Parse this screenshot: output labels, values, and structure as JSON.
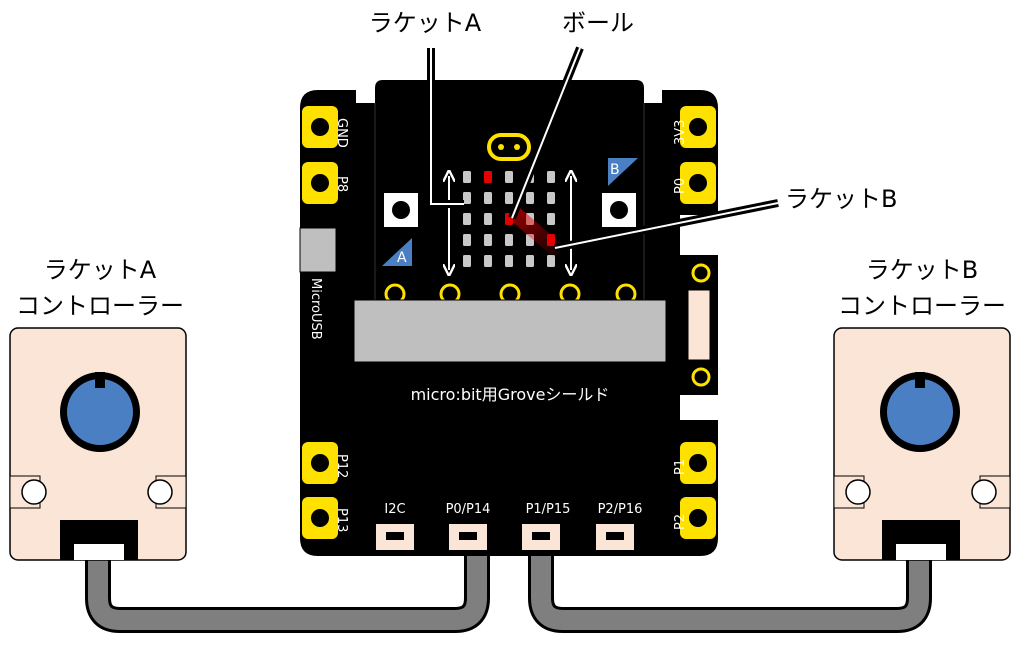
{
  "labels": {
    "racket_a": "ラケットA",
    "ball": "ボール",
    "racket_b": "ラケットB",
    "controller_a_line1": "ラケットA",
    "controller_a_line2": "コントローラー",
    "controller_b_line1": "ラケットB",
    "controller_b_line2": "コントローラー"
  },
  "board": {
    "name": "micro:bit用Groveシールド",
    "usb": "MicroUSB",
    "button_a": "A",
    "button_b": "B",
    "pins": {
      "gnd": "GND",
      "p8": "P8",
      "v33": "3V3",
      "p0": "P0",
      "p12": "P12",
      "p13": "P13",
      "p1": "P1",
      "p2": "P2"
    },
    "connectors": [
      "I2C",
      "P0/P14",
      "P1/P15",
      "P2/P16"
    ]
  },
  "colors": {
    "board": "#000000",
    "pad": "#ffe100",
    "led_on": "#e60000",
    "led_off": "#c8c8c8",
    "controller_body": "#fbe5d6",
    "knob": "#4a7fc4",
    "cable": "#7f7f7f",
    "connector": "#fbe5d6",
    "button_label": "#4a7fc4",
    "card_slot": "#bfbfbf"
  }
}
